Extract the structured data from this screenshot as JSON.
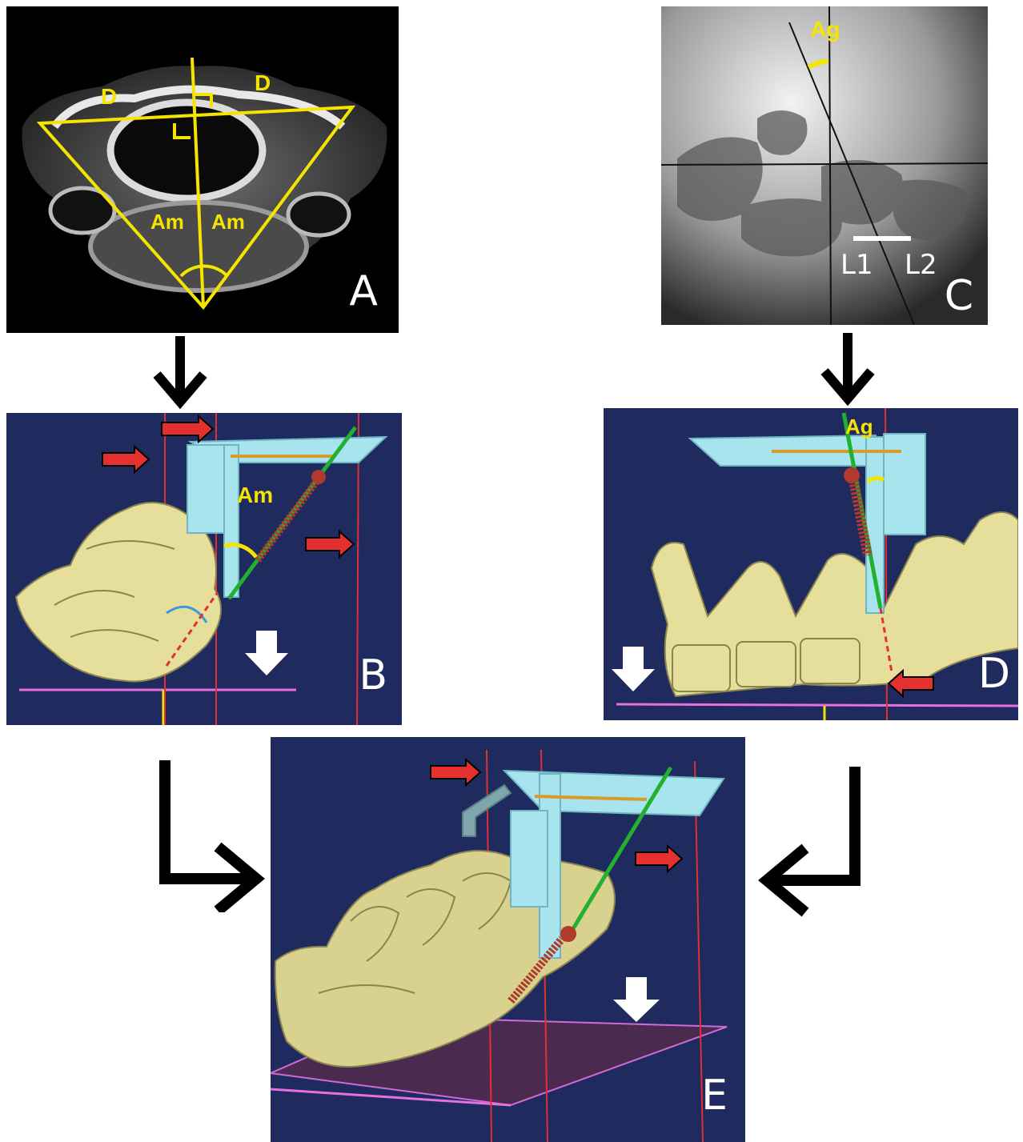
{
  "panels": {
    "a": {
      "letter": "A",
      "labels": {
        "d_left": "D",
        "d_right": "D",
        "am_left": "Am",
        "am_right": "Am"
      }
    },
    "b": {
      "letter": "B",
      "labels": {
        "am": "Am"
      }
    },
    "c": {
      "letter": "C",
      "labels": {
        "ag": "Ag",
        "l1": "L1",
        "l2": "L2"
      }
    },
    "d": {
      "letter": "D",
      "labels": {
        "ag": "Ag"
      }
    },
    "e": {
      "letter": "E"
    }
  },
  "colors": {
    "annotation": "#f5e400",
    "panel_background": "#1f2a5e",
    "bone": "#e6df9c",
    "guide_template": "#a8e4ee",
    "screw": "#b03a2e",
    "trajectory": "#22b030",
    "reference_line": "#e03030",
    "flow_arrow": "#000000"
  },
  "icons": [
    "down-arrow-icon",
    "elbow-arrow-right-icon",
    "elbow-arrow-left-icon",
    "red-arrow-icon",
    "white-down-arrow-icon"
  ]
}
